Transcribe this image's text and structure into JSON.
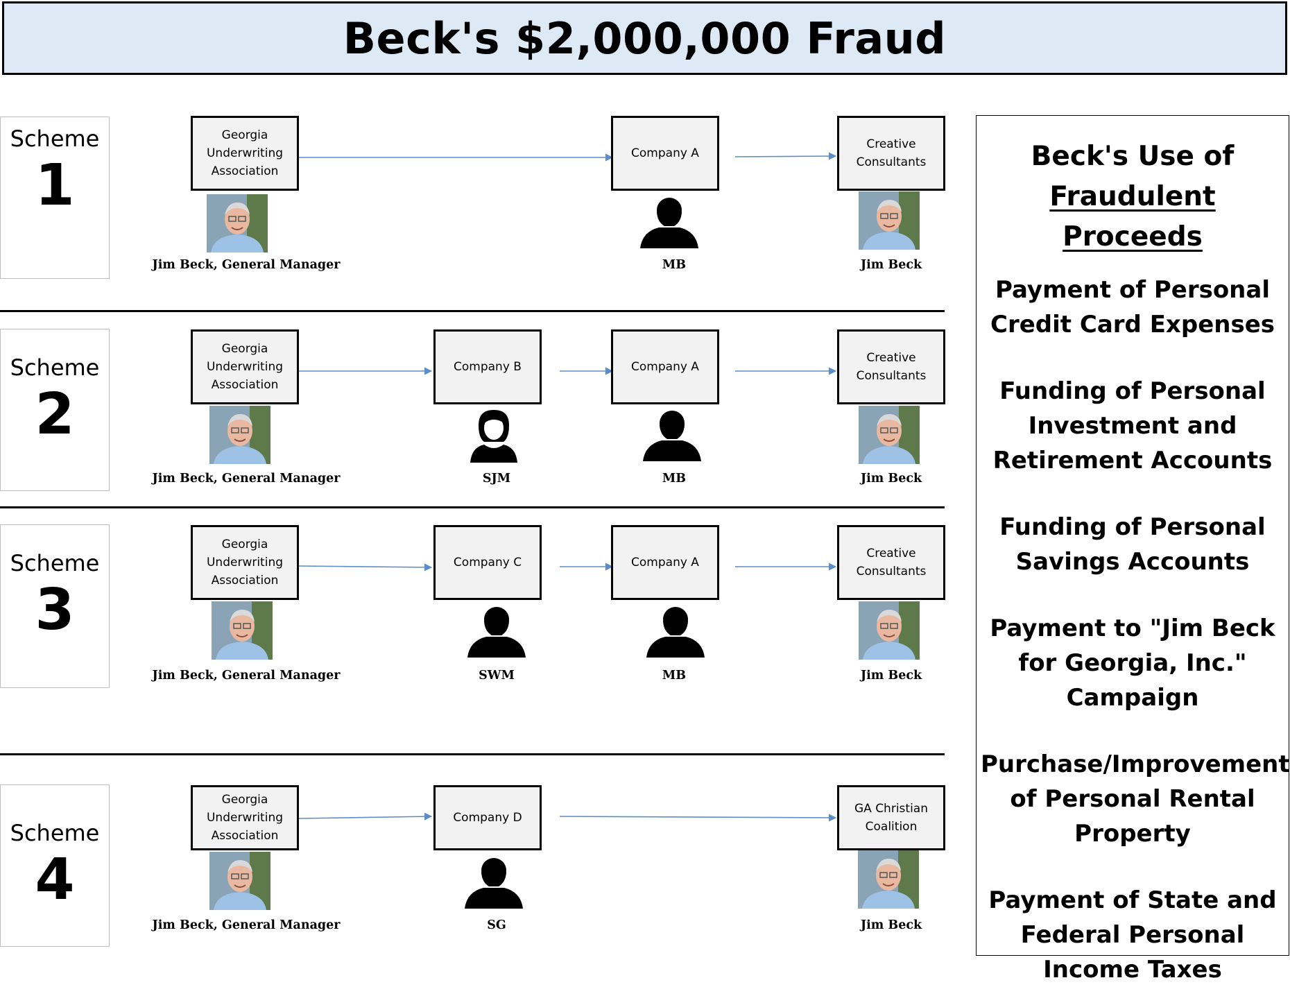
{
  "title": "Beck's $2,000,000 Fraud",
  "scheme_word": "Scheme",
  "schemes": [
    {
      "number": "1",
      "entities": [
        {
          "label": "Georgia Underwriting Association",
          "person": "Jim Beck, General Manager",
          "person_type": "photo"
        },
        {
          "label": "Company A",
          "person": "MB",
          "person_type": "male-silhouette"
        },
        {
          "label": "Creative Consultants",
          "person": "Jim Beck",
          "person_type": "photo"
        }
      ]
    },
    {
      "number": "2",
      "entities": [
        {
          "label": "Georgia Underwriting Association",
          "person": "Jim Beck, General Manager",
          "person_type": "photo"
        },
        {
          "label": "Company B",
          "person": "SJM",
          "person_type": "female-silhouette"
        },
        {
          "label": "Company A",
          "person": "MB",
          "person_type": "male-silhouette"
        },
        {
          "label": "Creative Consultants",
          "person": "Jim Beck",
          "person_type": "photo"
        }
      ]
    },
    {
      "number": "3",
      "entities": [
        {
          "label": "Georgia Underwriting Association",
          "person": "Jim Beck, General Manager",
          "person_type": "photo"
        },
        {
          "label": "Company C",
          "person": "SWM",
          "person_type": "male-silhouette"
        },
        {
          "label": "Company A",
          "person": "MB",
          "person_type": "male-silhouette"
        },
        {
          "label": "Creative Consultants",
          "person": "Jim Beck",
          "person_type": "photo"
        }
      ]
    },
    {
      "number": "4",
      "entities": [
        {
          "label": "Georgia Underwriting Association",
          "person": "Jim Beck, General Manager",
          "person_type": "photo"
        },
        {
          "label": "Company D",
          "person": "SG",
          "person_type": "male-silhouette"
        },
        {
          "label": "GA Christian Coalition",
          "person": "Jim Beck",
          "person_type": "photo"
        }
      ]
    }
  ],
  "proceeds": {
    "title_line1": "Beck's Use of",
    "title_line2": "Fraudulent Proceeds",
    "items": [
      "Payment of Personal Credit Card Expenses",
      "Funding of Personal Investment and Retirement Accounts",
      "Funding of Personal Savings Accounts",
      "Payment to \"Jim Beck for Georgia, Inc.\" Campaign",
      "Purchase/Improvement of Personal Rental Property",
      "Payment of State and Federal Personal Income Taxes"
    ]
  },
  "colors": {
    "title_background": "#dde9f5",
    "entity_background": "#f2f2f2",
    "arrow": "#5b8ec9"
  }
}
